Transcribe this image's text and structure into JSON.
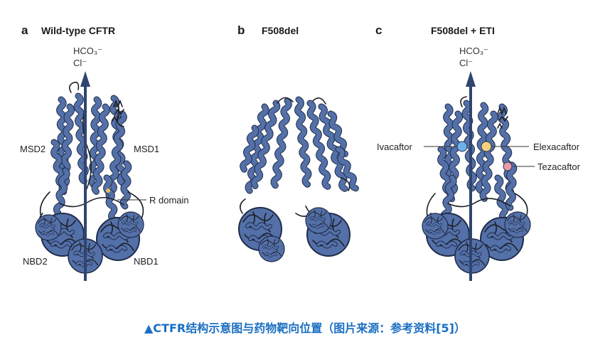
{
  "panels": [
    {
      "letter": "a",
      "title": "Wild-type CFTR"
    },
    {
      "letter": "b",
      "title": "F508del"
    },
    {
      "letter": "c",
      "title": "F508del + ETI"
    }
  ],
  "ions": {
    "bicarbonate": "HCO₃⁻",
    "chloride": "Cl⁻"
  },
  "labels_a": {
    "msd2": "MSD2",
    "msd1": "MSD1",
    "r_domain": "R domain",
    "nbd2": "NBD2",
    "nbd1": "NBD1"
  },
  "drugs": [
    {
      "name": "Ivacaftor",
      "color": "#6fb0e8"
    },
    {
      "name": "Elexacaftor",
      "color": "#f3d37a"
    },
    {
      "name": "Tezacaftor",
      "color": "#e89aa6"
    }
  ],
  "colors": {
    "protein": "#5470a8",
    "arrow": "#2f4570",
    "caption": "#1a6fc2"
  },
  "caption": "▲CTFR结构示意图与药物靶向位置（图片来源：参考资料[5]）"
}
